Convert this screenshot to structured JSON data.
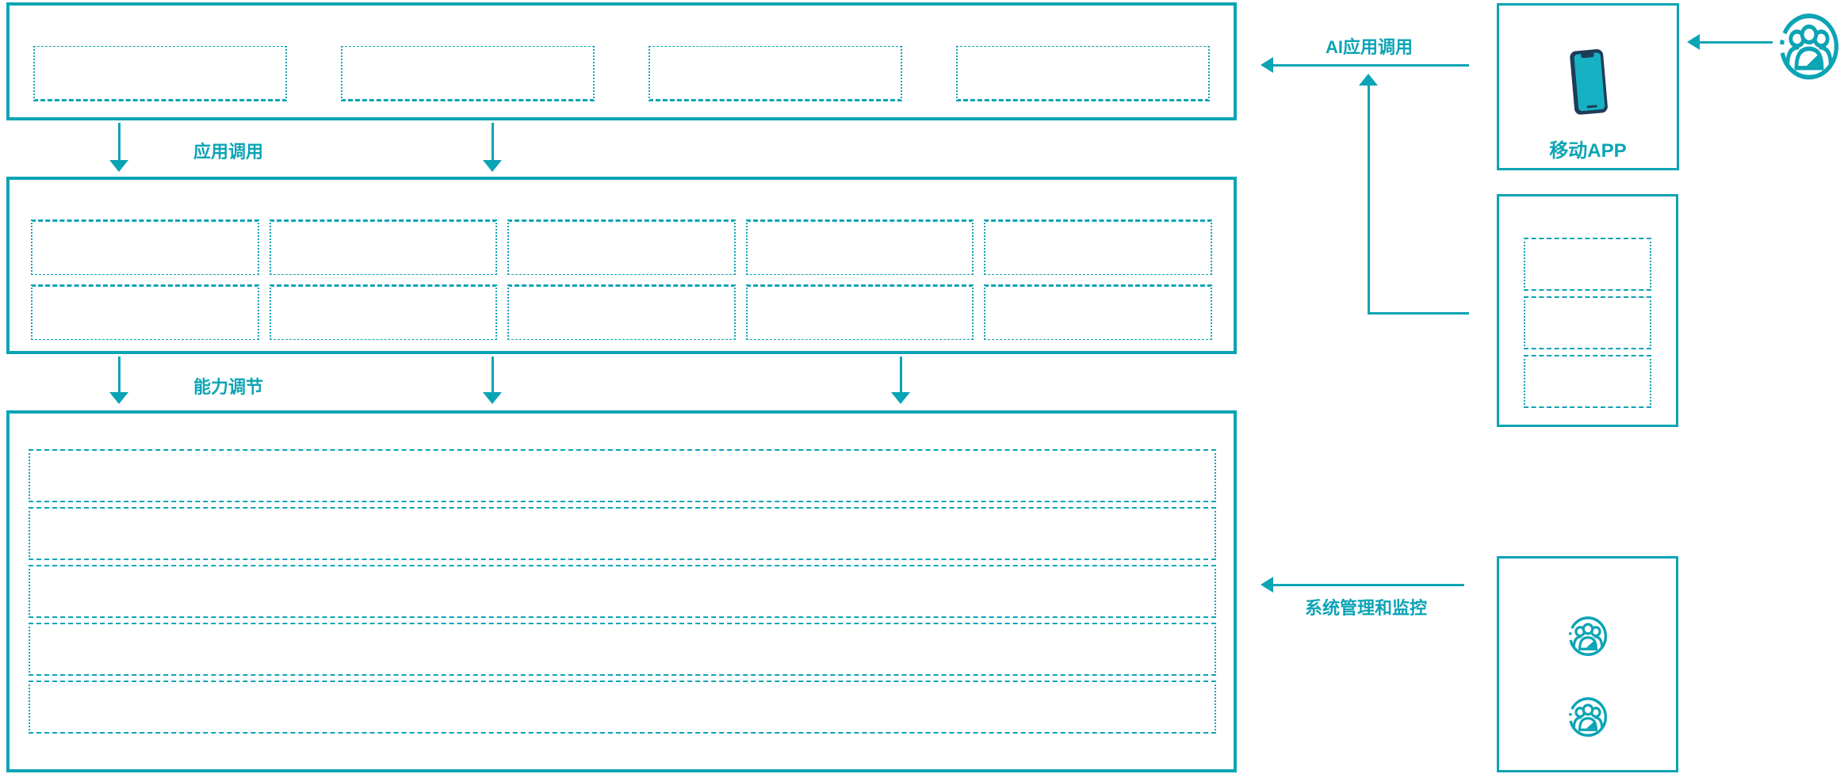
{
  "colors": {
    "accent": "#0ba4b5",
    "phone_body": "#1e3c59",
    "phone_screen": "#16b2c4"
  },
  "left_column": {
    "top_box": {
      "slot_count": 4
    },
    "middle_box": {
      "row_count": 2,
      "col_count": 5,
      "slot_count": 10
    },
    "bottom_box": {
      "row_count": 5
    },
    "arrow_labels": {
      "app_call": "应用调用",
      "capability_adjust": "能力调节"
    }
  },
  "right_column": {
    "mobile_box": {
      "label": "移动APP",
      "icon": "smartphone-icon"
    },
    "dev_box": {
      "slot_count": 3
    },
    "admin_box": {
      "user_icon_count": 2,
      "icon": "users-icon"
    },
    "top_user": {
      "icon": "users-icon"
    },
    "arrow_labels": {
      "ai_app_call": "AI应用调用",
      "system_monitor": "系统管理和监控"
    }
  }
}
